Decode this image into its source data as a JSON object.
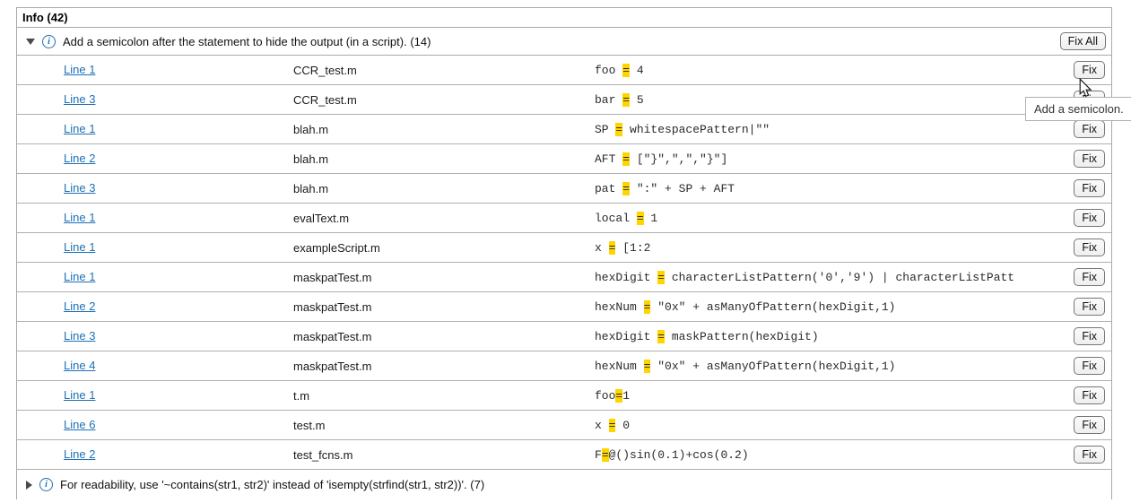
{
  "panel": {
    "title": "Info (42)"
  },
  "colors": {
    "link_blue": "#1d70b7",
    "highlight_yellow": "#ffd500",
    "border_gray": "#a9a9a9",
    "info_icon_blue": "#1e6fb8"
  },
  "groups": [
    {
      "state": "expanded",
      "caret_icon": "caret-down",
      "info_icon": "info-circle",
      "info_glyph": "i",
      "label": "Add a semicolon after the statement to hide the output (in a script). (14)",
      "fix_all_label": "Fix All",
      "fix_label": "Fix",
      "rows": [
        {
          "line": "Line 1",
          "file": "CCR_test.m",
          "code": {
            "pre": "foo ",
            "highlight": "=",
            "post": " 4"
          }
        },
        {
          "line": "Line 3",
          "file": "CCR_test.m",
          "code": {
            "pre": "bar ",
            "highlight": "=",
            "post": " 5"
          }
        },
        {
          "line": "Line 1",
          "file": "blah.m",
          "code": {
            "pre": "SP ",
            "highlight": "=",
            "post": " whitespacePattern|\"\""
          }
        },
        {
          "line": "Line 2",
          "file": "blah.m",
          "code": {
            "pre": "AFT ",
            "highlight": "=",
            "post": " [\"}\",\",\",\"}\"]"
          }
        },
        {
          "line": "Line 3",
          "file": "blah.m",
          "code": {
            "pre": "pat ",
            "highlight": "=",
            "post": " \":\" + SP + AFT"
          }
        },
        {
          "line": "Line 1",
          "file": "evalText.m",
          "code": {
            "pre": "local ",
            "highlight": "=",
            "post": " 1"
          }
        },
        {
          "line": "Line 1",
          "file": "exampleScript.m",
          "code": {
            "pre": "x ",
            "highlight": "=",
            "post": " [1:2"
          }
        },
        {
          "line": "Line 1",
          "file": "maskpatTest.m",
          "code": {
            "pre": "hexDigit ",
            "highlight": "=",
            "post": " characterListPattern('0','9') | characterListPatt"
          }
        },
        {
          "line": "Line 2",
          "file": "maskpatTest.m",
          "code": {
            "pre": "hexNum ",
            "highlight": "=",
            "post": " \"0x\" + asManyOfPattern(hexDigit,1)"
          }
        },
        {
          "line": "Line 3",
          "file": "maskpatTest.m",
          "code": {
            "pre": "hexDigit ",
            "highlight": "=",
            "post": " maskPattern(hexDigit)"
          }
        },
        {
          "line": "Line 4",
          "file": "maskpatTest.m",
          "code": {
            "pre": "hexNum ",
            "highlight": "=",
            "post": " \"0x\" + asManyOfPattern(hexDigit,1)"
          }
        },
        {
          "line": "Line 1",
          "file": "t.m",
          "code": {
            "pre": "foo",
            "highlight": "=",
            "post": "1"
          }
        },
        {
          "line": "Line 6",
          "file": "test.m",
          "code": {
            "pre": "x ",
            "highlight": "=",
            "post": " 0"
          }
        },
        {
          "line": "Line 2",
          "file": "test_fcns.m",
          "code": {
            "pre": "F",
            "highlight": "=",
            "post": "@()sin(0.1)+cos(0.2)"
          }
        }
      ]
    },
    {
      "state": "collapsed",
      "caret_icon": "caret-right",
      "info_icon": "info-circle",
      "info_glyph": "i",
      "label": "For readability, use '~contains(str1, str2)' instead of 'isempty(strfind(str1, str2))'. (7)"
    }
  ],
  "tooltip": {
    "text": "Add a semicolon."
  },
  "cursor": {
    "type": "arrow-pointer"
  }
}
